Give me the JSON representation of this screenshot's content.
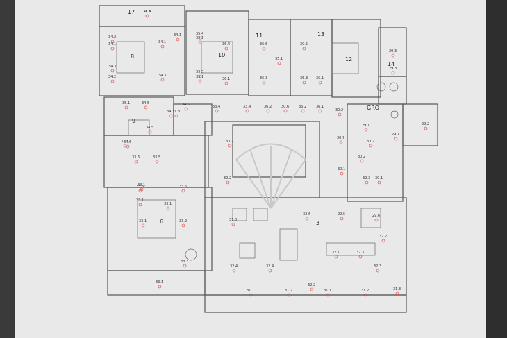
{
  "rooms": [
    {
      "n": "17"
    },
    {
      "n": "8"
    },
    {
      "n": "10"
    },
    {
      "n": "11"
    },
    {
      "n": "13"
    },
    {
      "n": "12"
    },
    {
      "n": "14"
    },
    {
      "n": "9"
    },
    {
      "n": "6"
    },
    {
      "n": "3"
    }
  ],
  "room_label_gro": "GRO",
  "levels": [
    "34.4",
    "34.2",
    "34.1",
    "34.3",
    "34.2",
    "34.1",
    "34.3",
    "34.1",
    "35.4",
    "35.1",
    "35.3",
    "35.1",
    "36.4",
    "36.1",
    "36.6",
    "36.3",
    "35.1",
    "36.3",
    "36.1",
    "30.6",
    "36.1",
    "30.5",
    "35.1",
    "34.5",
    "34.5",
    "34.1",
    "34.5",
    "34.6",
    "33.6",
    "33.5",
    "33.6",
    "33.5",
    "33.1",
    "33.1",
    "33.1",
    "33.2",
    "33.3",
    "33.1",
    "33.1",
    "33.4",
    "33.4",
    "36.2",
    "36.2",
    "30.2",
    "30.2",
    "30.2",
    "30.7",
    "30.2",
    "30.2",
    "30.1",
    "30.1",
    "29.3",
    "29.3",
    "29.2",
    "29.1",
    "29.1",
    "29.5",
    "29.6",
    "32.6",
    "32.2",
    "32.1",
    "32.3",
    "32.3",
    "32.4",
    "32.4",
    "32.2",
    "32.3",
    "31.1",
    "31.2",
    "31.1",
    "31.2",
    "31.3",
    "31.3",
    "31.3",
    "31.3",
    "31.3"
  ]
}
